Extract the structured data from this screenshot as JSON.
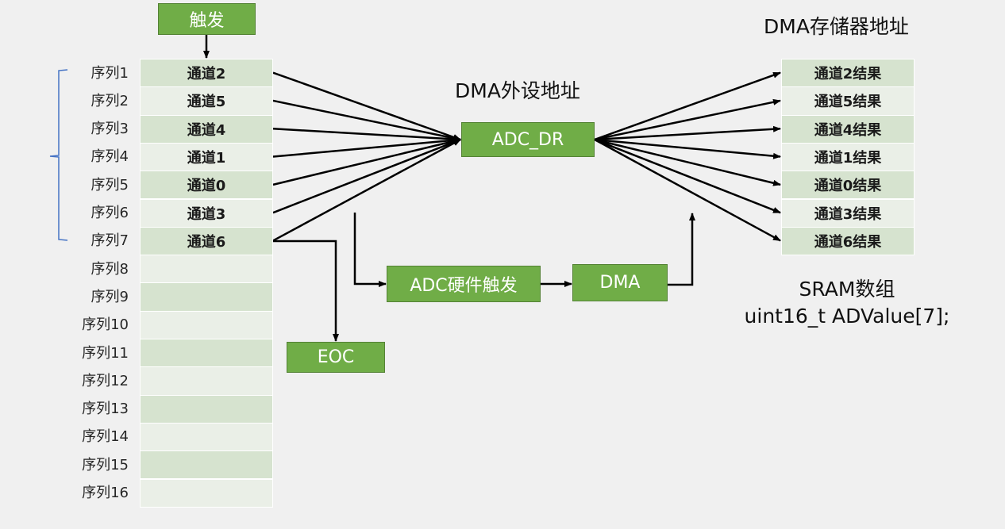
{
  "trigger_label": "触发",
  "peripheral_title": "DMA外设地址",
  "memory_title": "DMA存储器地址",
  "adc_dr_label": "ADC_DR",
  "adc_hw_trigger_label": "ADC硬件触发",
  "dma_label": "DMA",
  "eoc_label": "EOC",
  "sram_title": "SRAM数组",
  "sram_declaration": "uint16_t ADValue[7];",
  "colors": {
    "box_green": "#70ad47",
    "cell_dark": "#d6e3cf",
    "cell_light": "#eaefe7",
    "brace_blue": "#4472c4"
  },
  "sequence": [
    {
      "label": "序列1",
      "channel": "通道2"
    },
    {
      "label": "序列2",
      "channel": "通道5"
    },
    {
      "label": "序列3",
      "channel": "通道4"
    },
    {
      "label": "序列4",
      "channel": "通道1"
    },
    {
      "label": "序列5",
      "channel": "通道0"
    },
    {
      "label": "序列6",
      "channel": "通道3"
    },
    {
      "label": "序列7",
      "channel": "通道6"
    },
    {
      "label": "序列8",
      "channel": ""
    },
    {
      "label": "序列9",
      "channel": ""
    },
    {
      "label": "序列10",
      "channel": ""
    },
    {
      "label": "序列11",
      "channel": ""
    },
    {
      "label": "序列12",
      "channel": ""
    },
    {
      "label": "序列13",
      "channel": ""
    },
    {
      "label": "序列14",
      "channel": ""
    },
    {
      "label": "序列15",
      "channel": ""
    },
    {
      "label": "序列16",
      "channel": ""
    }
  ],
  "results": [
    "通道2结果",
    "通道5结果",
    "通道4结果",
    "通道1结果",
    "通道0结果",
    "通道3结果",
    "通道6结果"
  ]
}
